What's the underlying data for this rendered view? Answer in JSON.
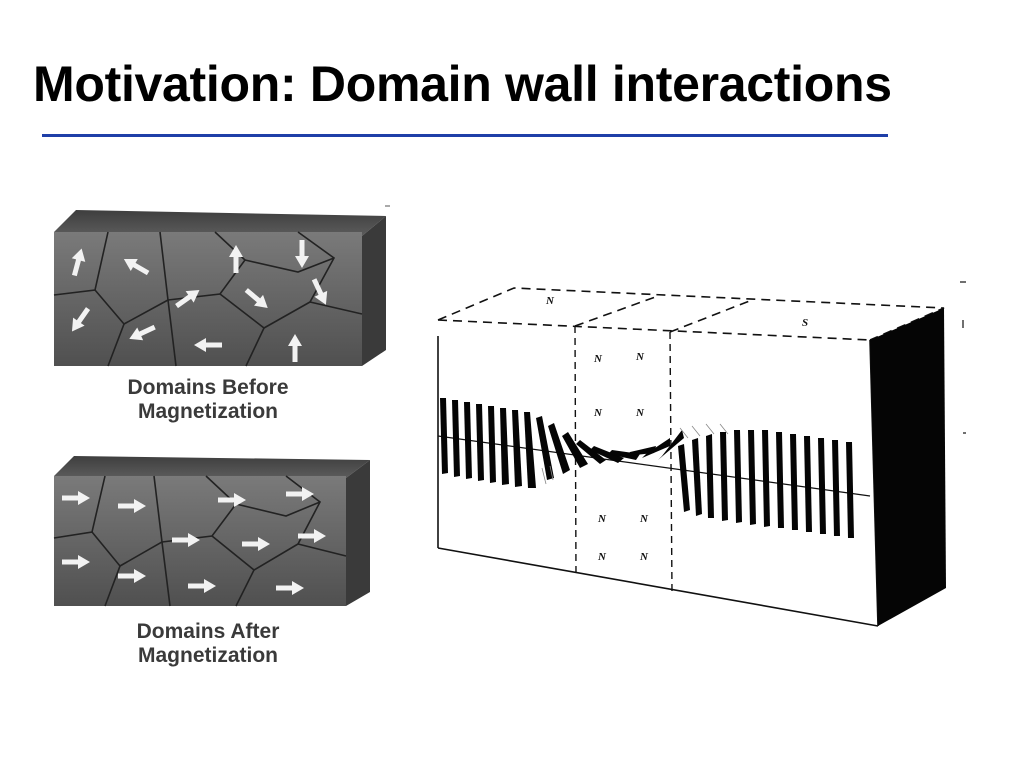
{
  "slide": {
    "title": "Motivation: Domain wall interactions",
    "accent_color": "#1f3fa8"
  },
  "figure_before": {
    "caption_line1": "Domains Before",
    "caption_line2": "Magnetization",
    "arrow_icons": "arrow-icon"
  },
  "figure_after": {
    "caption_line1": "Domains After",
    "caption_line2": "Magnetization",
    "arrow_icons": "arrow-icon"
  },
  "wall_diagram": {
    "top_labels": [
      "N",
      "S"
    ],
    "wall_labels": [
      "N",
      "N",
      "N",
      "N",
      "N",
      "N",
      "N",
      "N"
    ]
  }
}
